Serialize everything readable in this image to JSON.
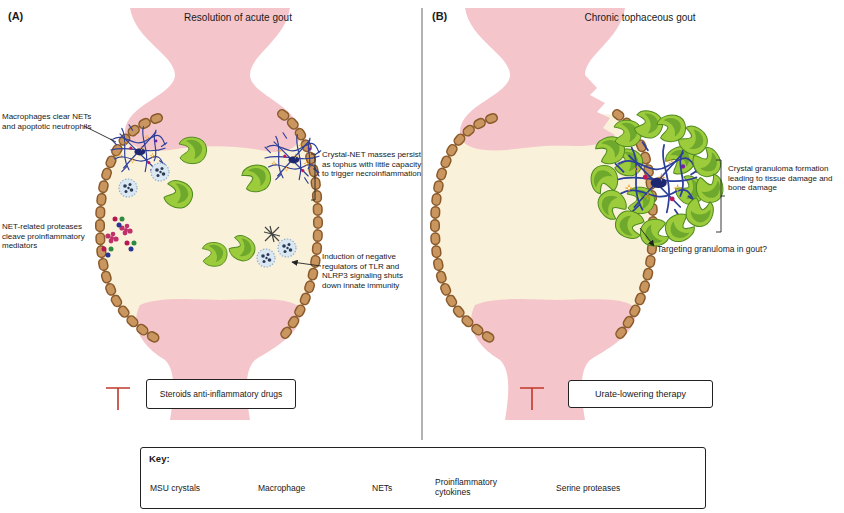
{
  "diagram": {
    "nodes": [
      {
        "text": [
          "Steroids anti-inflammatory drugs"
        ]
      },
      {
        "text": [
          "Urate-lowering therapy"
        ]
      },
      {
        "text": [
          "Key:"
        ]
      }
    ],
    "labels": [
      "(A)",
      "Resolution of acute gout",
      "Macrophages clear NETs and apoptotic neutrophils",
      "Crystal-NET masses persist as tophus with little capacity to trigger necroinflammation",
      "NET-related proteases cleave proinflammatory mediators",
      "Induction of negative regulators of TLR and NLRP3 signaling shuts down innate immunity",
      "(B)",
      "Chronic tophaceous gout",
      "Crystal granuloma formation leading to tissue damage and bone damage",
      "Targeting granuloma in gout?"
    ],
    "legend": [
      {
        "text": "MSU crystals"
      },
      {
        "text": "Macrophage"
      },
      {
        "text": "NETs"
      },
      {
        "text": "Proinflammatory cytokines"
      },
      {
        "text": "Serine proteases"
      }
    ]
  }
}
